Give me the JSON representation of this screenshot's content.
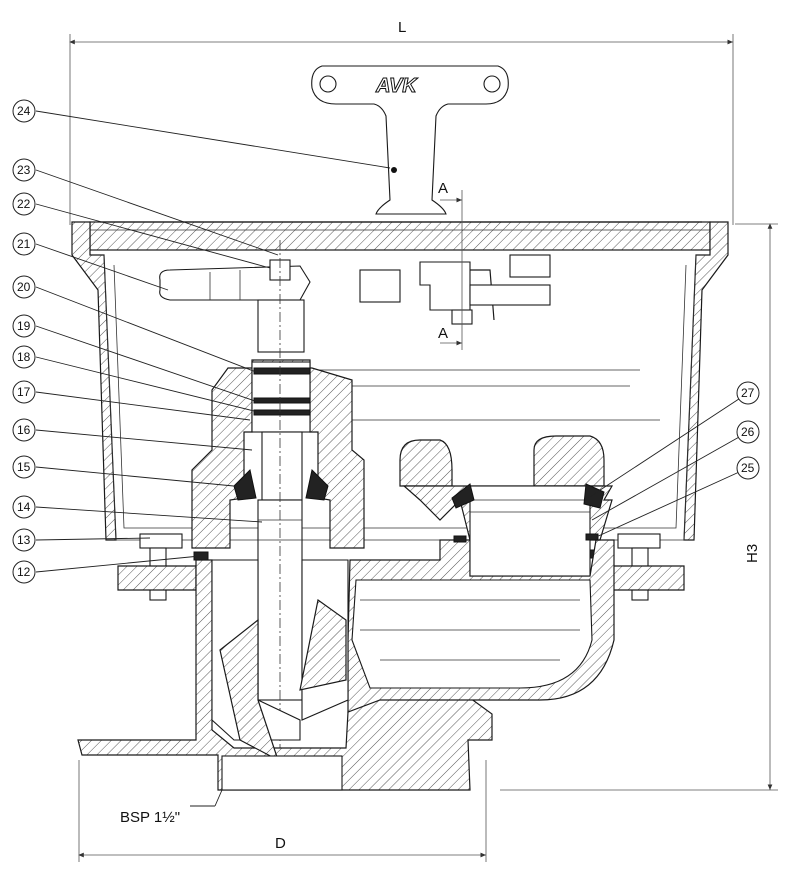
{
  "dimensions": {
    "width_label": "L",
    "height_label": "H3",
    "base_label": "D",
    "thread_label": "BSP 1½\"",
    "section_label_top": "A",
    "section_label_bottom": "A"
  },
  "logo_text": "AVK",
  "callouts": [
    {
      "number": "24"
    },
    {
      "number": "23"
    },
    {
      "number": "22"
    },
    {
      "number": "21"
    },
    {
      "number": "20"
    },
    {
      "number": "19"
    },
    {
      "number": "18"
    },
    {
      "number": "17"
    },
    {
      "number": "16"
    },
    {
      "number": "15"
    },
    {
      "number": "14"
    },
    {
      "number": "13"
    },
    {
      "number": "12"
    },
    {
      "number": "27"
    },
    {
      "number": "26"
    },
    {
      "number": "25"
    }
  ]
}
